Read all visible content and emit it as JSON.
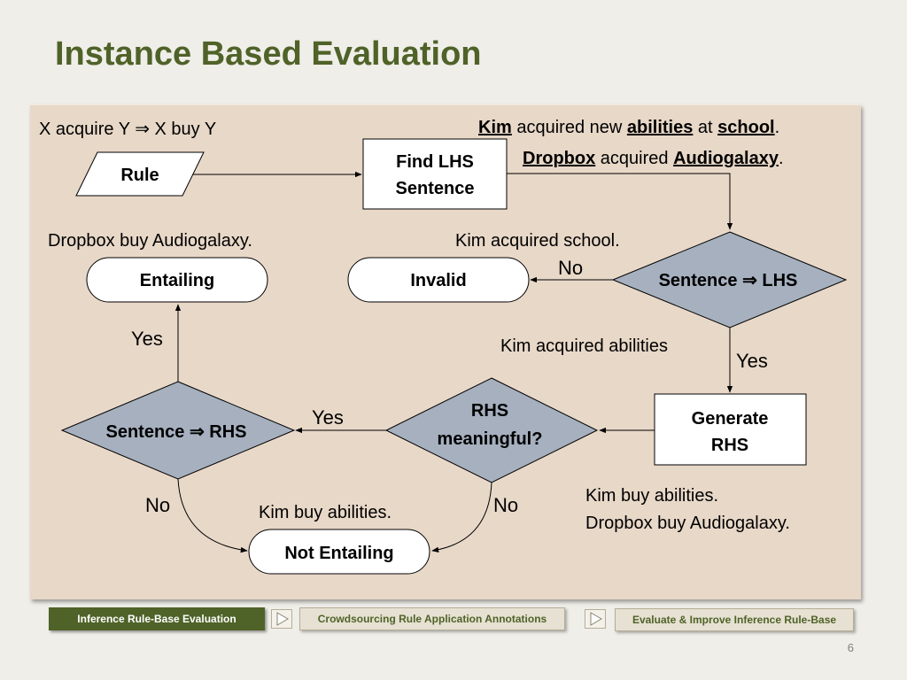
{
  "slide": {
    "title": "Instance Based Evaluation",
    "page_number": "6"
  },
  "diagram": {
    "rule_text": "X acquire Y ⇒ X buy Y",
    "examples": {
      "kim_prefix": "Kim",
      "kim_mid": " acquired new ",
      "kim_obj": "abilities",
      "kim_at": " at ",
      "kim_place": "school",
      "kim_end": ".",
      "dropbox_subj": "Dropbox",
      "dropbox_mid": " acquired ",
      "dropbox_obj": "Audiogalaxy",
      "dropbox_end": "."
    },
    "nodes": {
      "rule": "Rule",
      "find_lhs_line1": "Find LHS",
      "find_lhs_line2": "Sentence",
      "sentence_lhs": "Sentence ⇒ LHS",
      "invalid": "Invalid",
      "entailing": "Entailing",
      "generate_rhs_line1": "Generate",
      "generate_rhs_line2": "RHS",
      "rhs_meaningful_line1": "RHS",
      "rhs_meaningful_line2": "meaningful?",
      "sentence_rhs": "Sentence ⇒ RHS",
      "not_entailing": "Not Entailing"
    },
    "edge_labels": {
      "no_invalid": "No",
      "yes_generate": "Yes",
      "yes_meaningful": "Yes",
      "yes_entailing": "Yes",
      "no_rhs_left": "No",
      "no_rhs_right": "No"
    },
    "annotations": {
      "dropbox_buy": "Dropbox buy Audiogalaxy.",
      "kim_school": "Kim acquired school.",
      "kim_abilities": "Kim acquired abilities",
      "kim_buy_center": "Kim buy abilities.",
      "kim_buy_right": "Kim buy abilities.",
      "dropbox_buy_right": "Dropbox buy Audiogalaxy."
    },
    "colors": {
      "decision_fill": "#a6b0bf",
      "title_green": "#4f6228",
      "panel_fill": "#e8d8c8"
    }
  },
  "breadcrumbs": [
    {
      "label": "Inference Rule-Base Evaluation",
      "active": true
    },
    {
      "label": "Crowdsourcing Rule Application Annotations",
      "active": false
    },
    {
      "label": "Evaluate & Improve Inference Rule-Base",
      "active": false
    }
  ]
}
